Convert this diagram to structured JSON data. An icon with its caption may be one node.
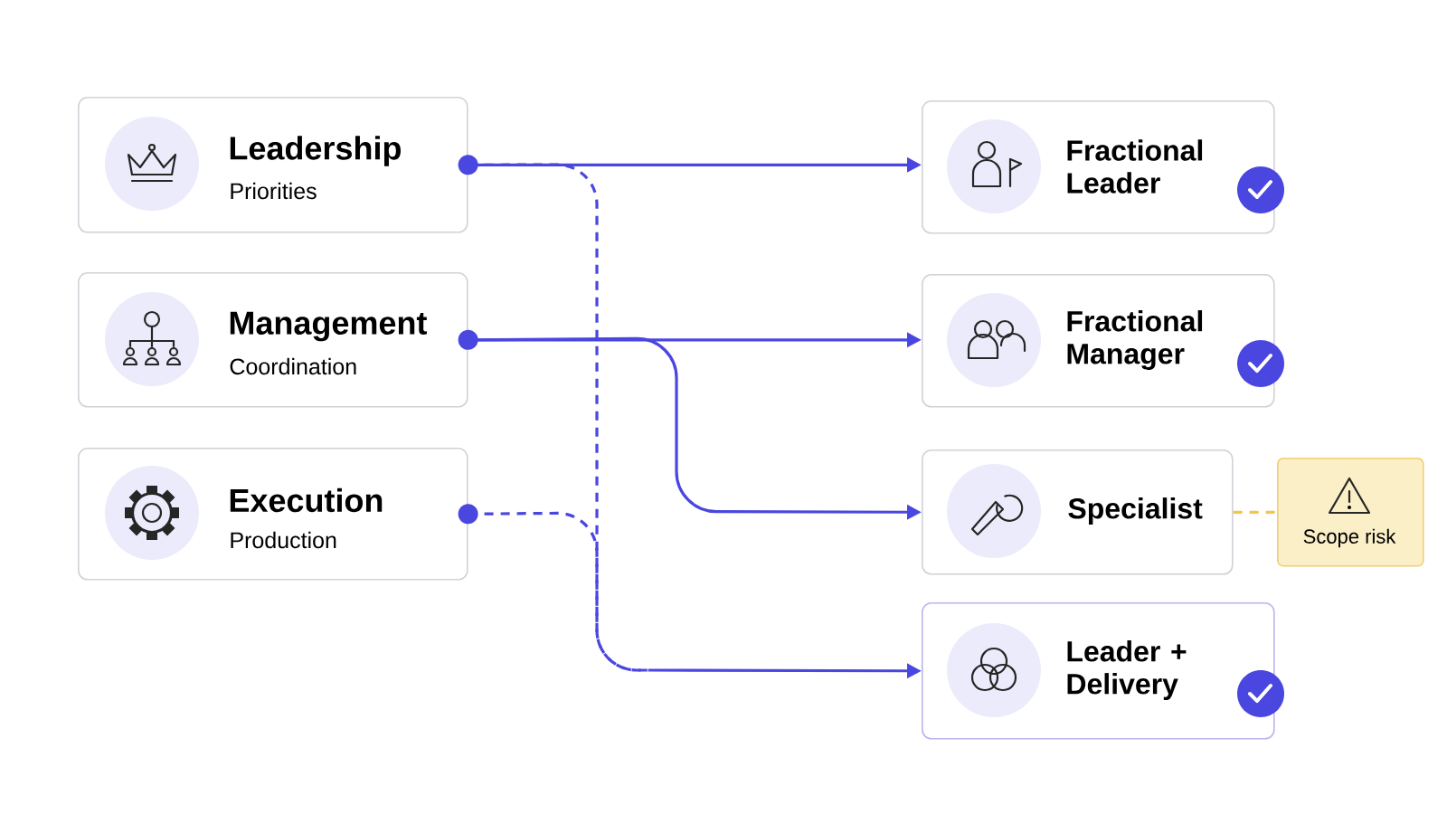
{
  "diagram": {
    "nodes": [
      {
        "text": [
          "Leadership",
          "Priorities"
        ]
      },
      {
        "text": [
          "Management",
          "Coordination"
        ]
      },
      {
        "text": [
          "Execution",
          "Production"
        ]
      },
      {
        "text": [
          "Fractional Leader"
        ]
      },
      {
        "text": [
          "Fractional Manager"
        ]
      },
      {
        "text": [
          "Specialist"
        ]
      },
      {
        "text": [
          "Scope risk"
        ]
      },
      {
        "text": [
          "Leader + Delivery"
        ]
      }
    ],
    "edges": [
      {
        "from": 0,
        "to": 3,
        "arrow": "to"
      },
      {
        "from": 1,
        "to": 4,
        "arrow": "to"
      },
      {
        "from": 1,
        "to": 5,
        "arrow": "to"
      },
      {
        "from": 0,
        "to": 7,
        "arrow": "to",
        "style": "dashed"
      },
      {
        "from": 2,
        "to": 7,
        "arrow": "to",
        "style": "dashed"
      },
      {
        "from": 5,
        "to": 6,
        "arrow": "none",
        "style": "dashed",
        "color": "#f2c744"
      }
    ]
  }
}
